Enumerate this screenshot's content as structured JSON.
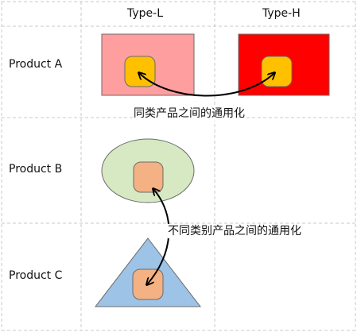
{
  "table": {
    "columns": [
      "",
      "Type-L",
      "Type-H"
    ],
    "rows": [
      "Product A",
      "Product B",
      "Product C"
    ]
  },
  "captions": {
    "same_category": "同类产品之间的通用化",
    "cross_category": "不同类别产品之间的通用化"
  },
  "colors": {
    "grid_line": "#c8c8c8",
    "type_l_rect": "#ff9e9e",
    "type_h_rect": "#ff0000",
    "common_part_yellow": "#ffc000",
    "ellipse_fill": "#d6e9c3",
    "common_part_salmon": "#f4b183",
    "triangle_fill": "#9dc3e6",
    "outline": "#6b6b6b",
    "arrow": "#000000"
  }
}
